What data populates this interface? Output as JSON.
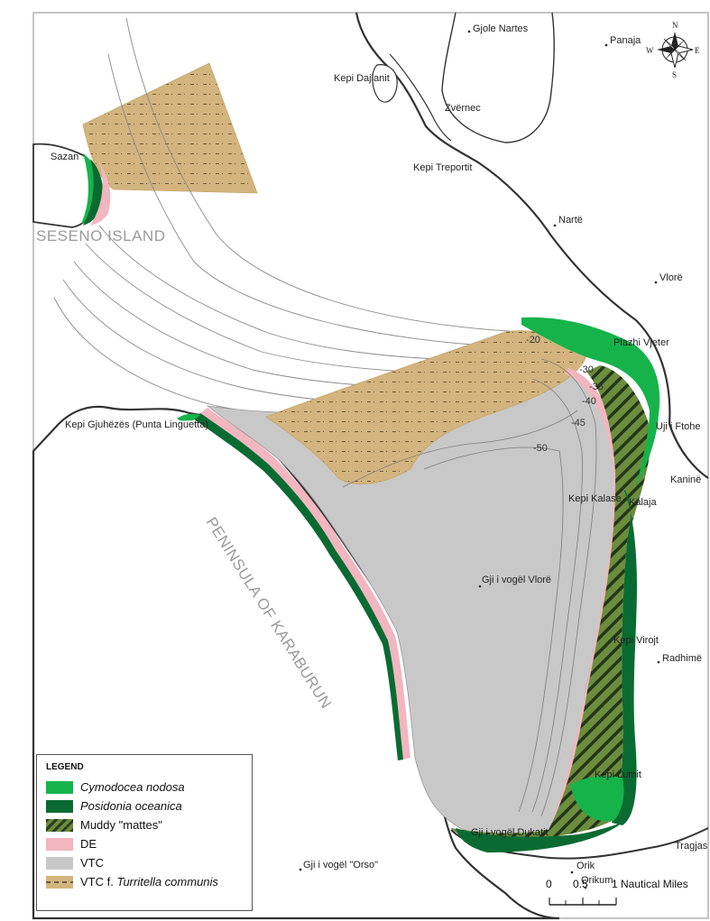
{
  "colors": {
    "cymodocea": "#16b34b",
    "posidonia": "#0a6b32",
    "mattes": "#3d5a27",
    "de": "#f2b6c0",
    "vtc": "#c8c8c8",
    "turritella": "#d3b47e"
  },
  "map": {
    "island_name": "SESENO ISLAND",
    "peninsula_name": "PENINSULA OF KARABURUN",
    "places": {
      "gjole_nartes": "Gjole Nartes",
      "panaja": "Panaja",
      "kepi_dajlanit": "Kepi Dajlanit",
      "zvernec": "Zvërnec",
      "sazan": "Sazan",
      "kepi_treportit": "Kepi Treportit",
      "narte": "Nartë",
      "vlore": "Vlorë",
      "plazhi_vjeter": "Plazhi Vjeter",
      "uji_i_ftohe": "Uji i Ftohe",
      "kanine": "Kaninë",
      "kepi_gjuhezes": "Kepi Gjuhëzës (Punta Linguetta)",
      "kepi_kalase": "Kepi Kalase",
      "kalaja": "Kalaja",
      "gji_vogel_vlore": "Gji i vogël Vlorë",
      "kepi_virojt": "Kepi Virojt",
      "radhime": "Radhimë",
      "kepi_lumit": "Kepi Lumit",
      "gji_vogel_dukatit": "Gji i vogël Dukatit",
      "tragjas": "Tragjas",
      "gji_vogel_orso": "Gji i vogël \"Orso\"",
      "orik": "Orik",
      "orikum": "Orikum"
    },
    "depths": [
      "-20",
      "-30",
      "-35",
      "-40",
      "-45",
      "-50"
    ]
  },
  "compass": {
    "n": "N",
    "s": "S",
    "e": "E",
    "w": "W"
  },
  "legend": {
    "title": "LEGEND",
    "items": [
      {
        "label": "Cymodocea nodosa"
      },
      {
        "label": "Posidonia oceanica"
      },
      {
        "label": "Muddy \"mattes\""
      },
      {
        "label": "DE"
      },
      {
        "label": "VTC"
      },
      {
        "label_prefix": "VTC f.",
        "label_species": "Turritella communis"
      }
    ]
  },
  "scale": {
    "ticks": [
      "0",
      "0.5",
      "1 Nautical Miles"
    ]
  }
}
